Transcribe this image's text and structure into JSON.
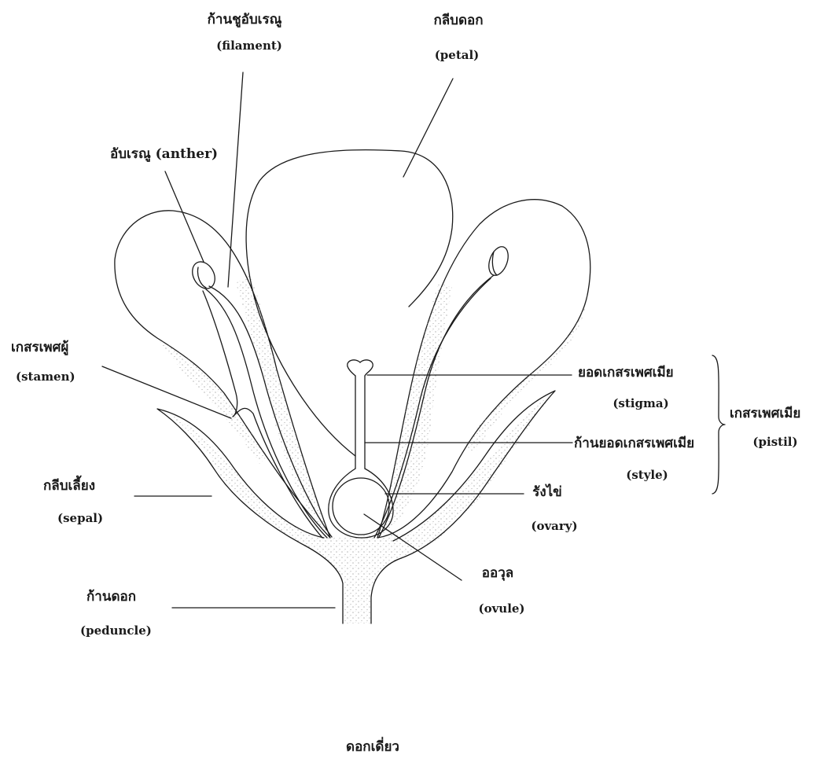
{
  "labels": {
    "filament_th": "ก้านชูอับเรณู",
    "filament_en": "(filament)",
    "petal_th": "กลีบดอก",
    "petal_en": "(petal)",
    "anther": "อับเรณู (anther)",
    "stamen_th": "เกสรเพศผู้",
    "stamen_en": "(stamen)",
    "stigma_th": "ยอดเกสรเพศเมีย",
    "stigma_en": "(stigma)",
    "pistil_th": "เกสรเพศเมีย",
    "pistil_en": "(pistil)",
    "style_th": "ก้านยอดเกสรเพศเมีย",
    "style_en": "(style)",
    "sepal_th": "กลีบเลี้ยง",
    "sepal_en": "(sepal)",
    "ovary_th": "รังไข่",
    "ovary_en": "(ovary)",
    "ovule_th": "ออวุล",
    "ovule_en": "(ovule)",
    "peduncle_th": "ก้านดอก",
    "peduncle_en": "(peduncle)"
  },
  "caption": "ดอกเดี่ยว",
  "colors": {
    "stroke": "#1a1a1a",
    "stipple": "#9a9a9a",
    "background": "#ffffff"
  }
}
